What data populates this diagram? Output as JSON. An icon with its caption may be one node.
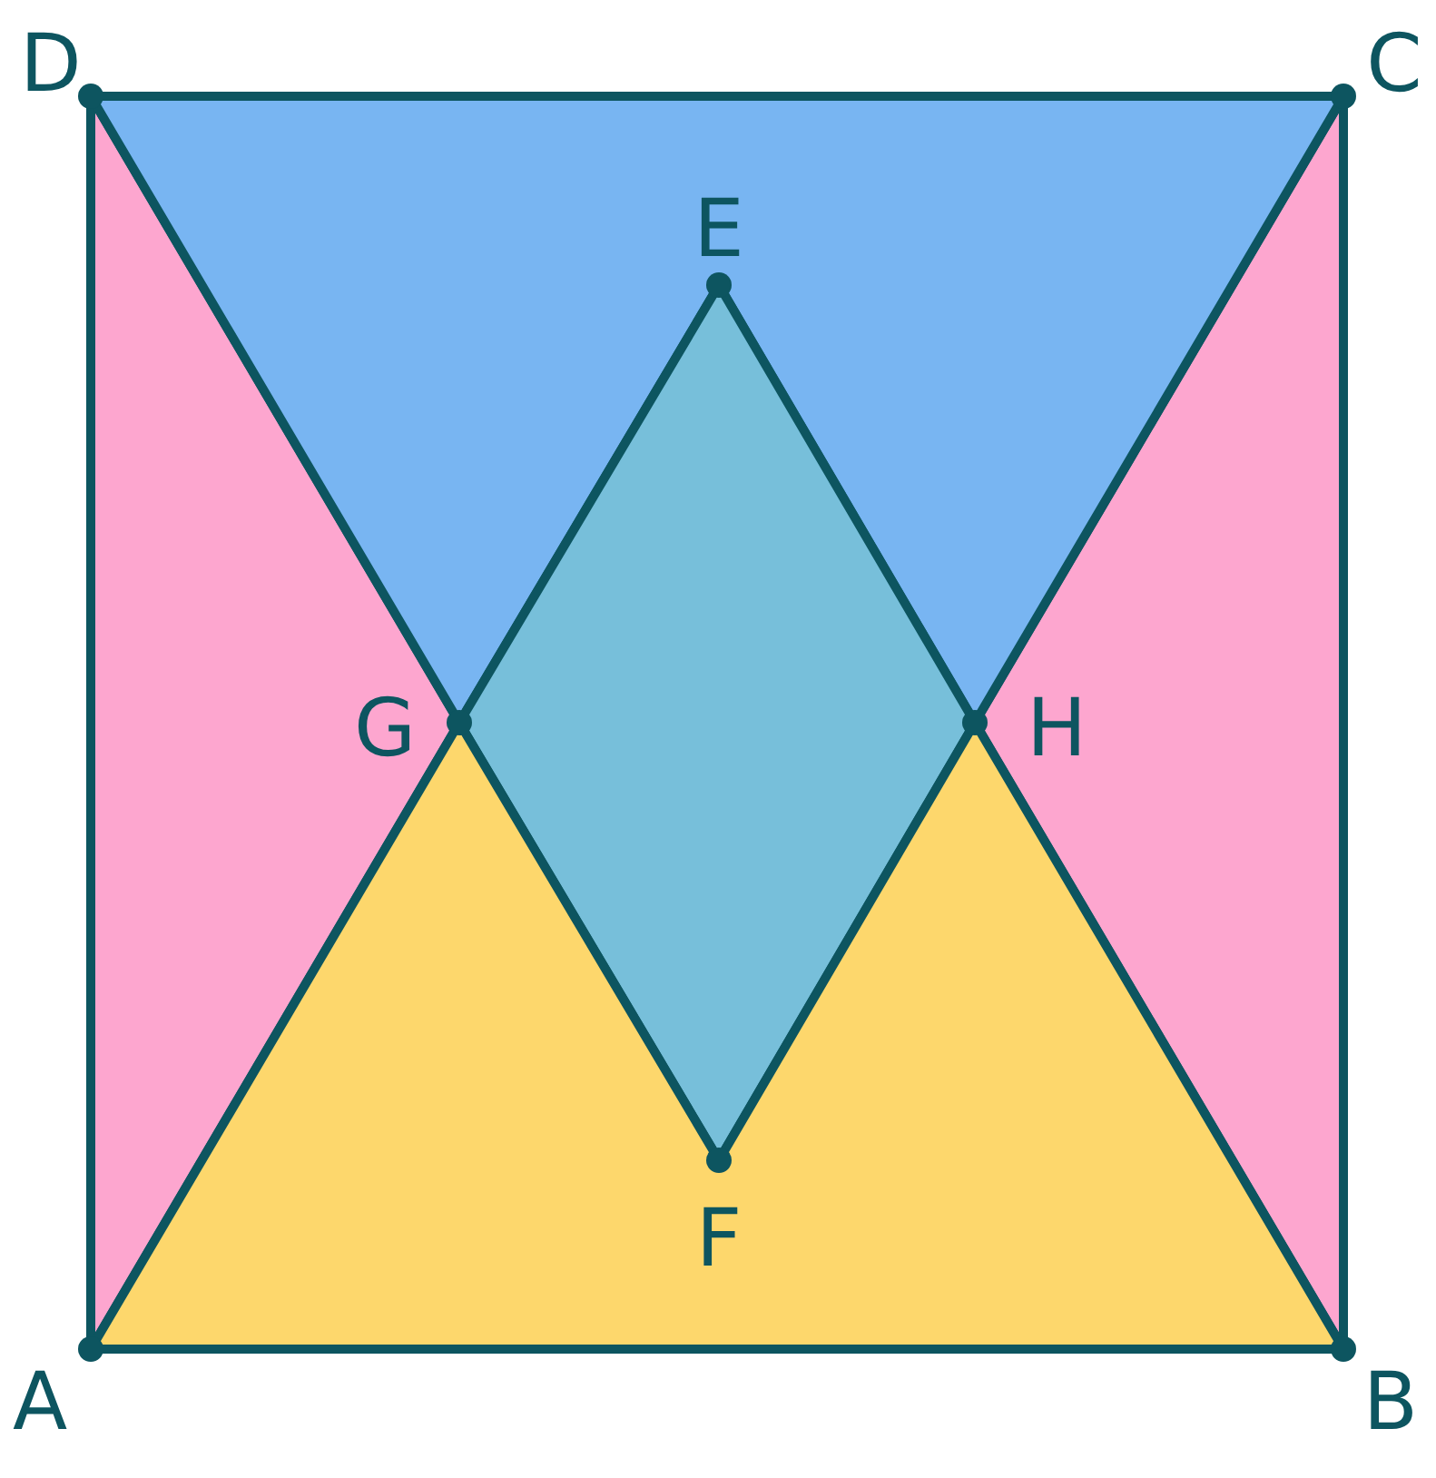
{
  "diagram": {
    "labels": [
      "D",
      "C",
      "E",
      "G",
      "H",
      "F",
      "A",
      "B"
    ]
  }
}
